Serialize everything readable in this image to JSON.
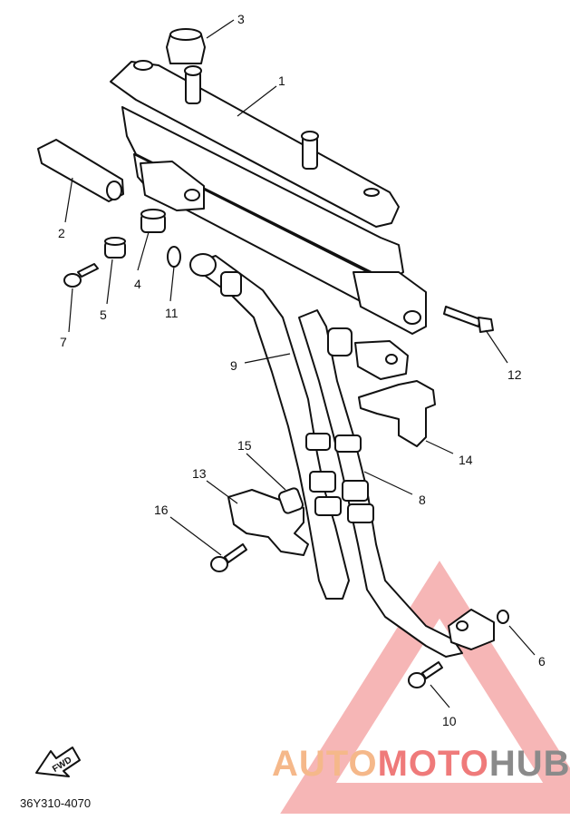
{
  "diagram": {
    "callouts": [
      "1",
      "2",
      "3",
      "4",
      "5",
      "6",
      "7",
      "8",
      "9",
      "10",
      "11",
      "12",
      "13",
      "14",
      "15",
      "16"
    ],
    "fwd_label": "FWD",
    "drawing_code": "36Y310-4070"
  },
  "watermark": {
    "part1": "AUTO",
    "part2": "MOTO",
    "part3": "HUB",
    "color_orange": "#f5b88a",
    "color_red": "#ef7a7a",
    "color_gray": "#8a8a8a"
  }
}
